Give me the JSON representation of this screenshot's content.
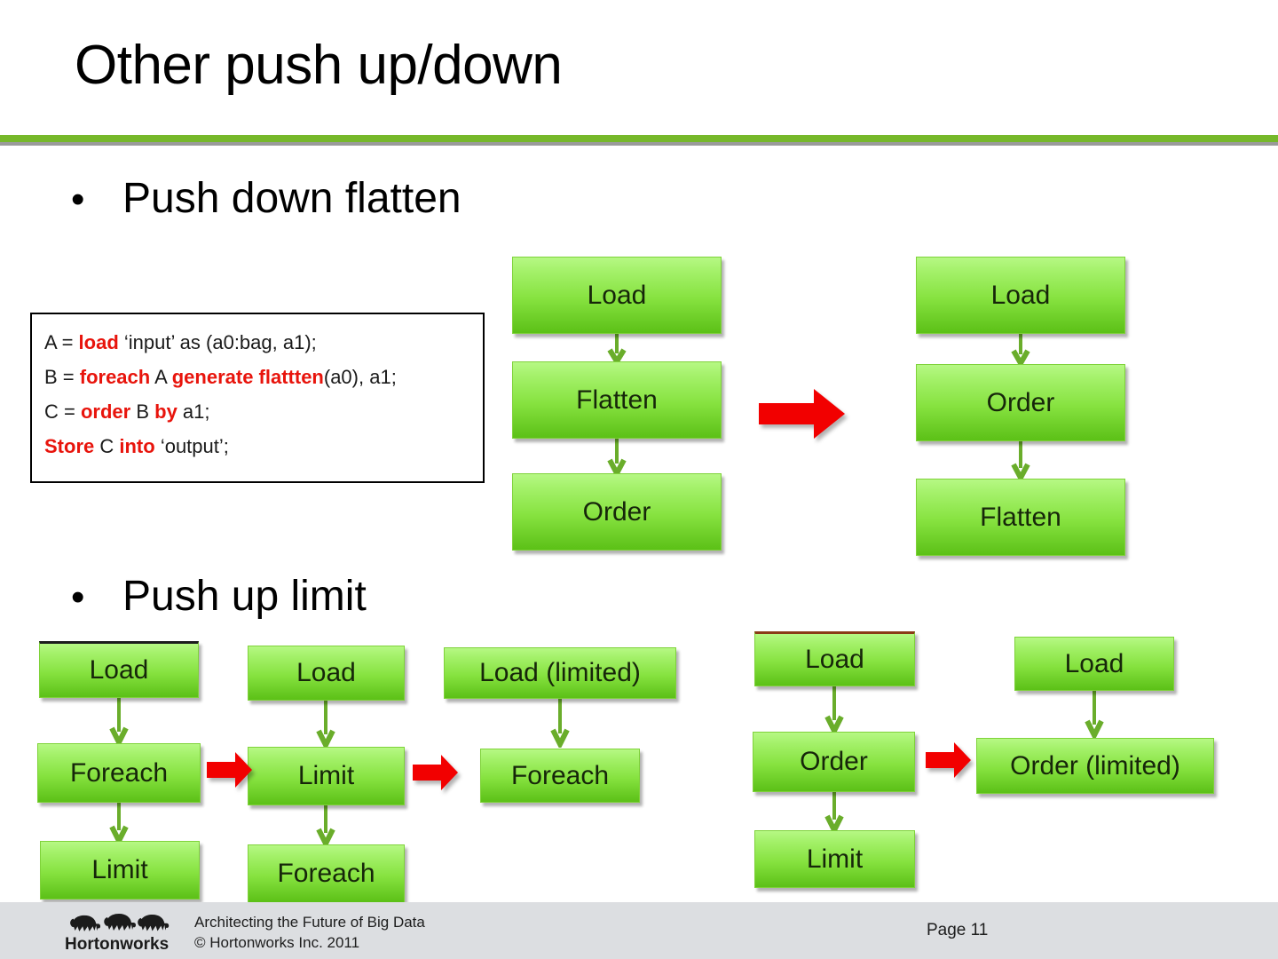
{
  "slide": {
    "title": "Other push up/down",
    "accent_green": "#76b82a",
    "box_green_top": "#b6f884",
    "box_green_bottom": "#5cc117",
    "arrow_red": "#f20000",
    "keyword_red": "#e8140c",
    "footer_bg": "#dcdee1"
  },
  "bullets": [
    {
      "marker": "•",
      "text": "Push down flatten"
    },
    {
      "marker": "•",
      "text": "Push up limit"
    }
  ],
  "code_box": {
    "lines": [
      [
        {
          "t": "A = ",
          "kw": false
        },
        {
          "t": "load",
          "kw": true
        },
        {
          "t": " ‘input’ as (a0:bag, a1);",
          "kw": false
        }
      ],
      [
        {
          "t": "B = ",
          "kw": false
        },
        {
          "t": "foreach",
          "kw": true
        },
        {
          "t": " A ",
          "kw": false
        },
        {
          "t": "generate flattten",
          "kw": true
        },
        {
          "t": "(a0), a1;",
          "kw": false
        }
      ],
      [
        {
          "t": "C = ",
          "kw": false
        },
        {
          "t": "order",
          "kw": true
        },
        {
          "t": " B ",
          "kw": false
        },
        {
          "t": "by",
          "kw": true
        },
        {
          "t": " a1;",
          "kw": false
        }
      ],
      [
        {
          "t": "Store",
          "kw": true
        },
        {
          "t": " C ",
          "kw": false
        },
        {
          "t": "into",
          "kw": true
        },
        {
          "t": " ‘output’;",
          "kw": false
        }
      ]
    ]
  },
  "diagrams": [
    {
      "name": "push-down-flatten",
      "before": {
        "nodes": [
          "Load",
          "Flatten",
          "Order"
        ]
      },
      "after": {
        "nodes": [
          "Load",
          "Order",
          "Flatten"
        ]
      },
      "transform_arrow": "red-right-arrow"
    },
    {
      "name": "push-up-limit-foreach",
      "stage1": {
        "nodes": [
          "Load",
          "Foreach",
          "Limit"
        ]
      },
      "stage2": {
        "nodes": [
          "Load",
          "Limit",
          "Foreach"
        ]
      },
      "stage3": {
        "nodes": [
          "Load (limited)",
          "Foreach"
        ]
      },
      "transform_arrow": "red-right-arrow"
    },
    {
      "name": "push-up-limit-order",
      "before": {
        "nodes": [
          "Load",
          "Order",
          "Limit"
        ]
      },
      "after": {
        "nodes": [
          "Load",
          "Order (limited)"
        ]
      },
      "transform_arrow": "red-right-arrow"
    }
  ],
  "boxes": {
    "d1_b1": "Load",
    "d1_b2": "Flatten",
    "d1_b3": "Order",
    "d1_a1": "Load",
    "d1_a2": "Order",
    "d1_a3": "Flatten",
    "d2_c1_1": "Load",
    "d2_c1_2": "Foreach",
    "d2_c1_3": "Limit",
    "d2_c2_1": "Load",
    "d2_c2_2": "Limit",
    "d2_c2_3": "Foreach",
    "d2_c3_1": "Load (limited)",
    "d2_c3_2": "Foreach",
    "d3_b1": "Load",
    "d3_b2": "Order",
    "d3_b3": "Limit",
    "d3_a1": "Load",
    "d3_a2": "Order (limited)"
  },
  "footer": {
    "tagline": "Architecting the Future of Big Data",
    "copyright": "© Hortonworks Inc. 2011",
    "logo_text": "Hortonworks",
    "page_label": "Page 11"
  }
}
